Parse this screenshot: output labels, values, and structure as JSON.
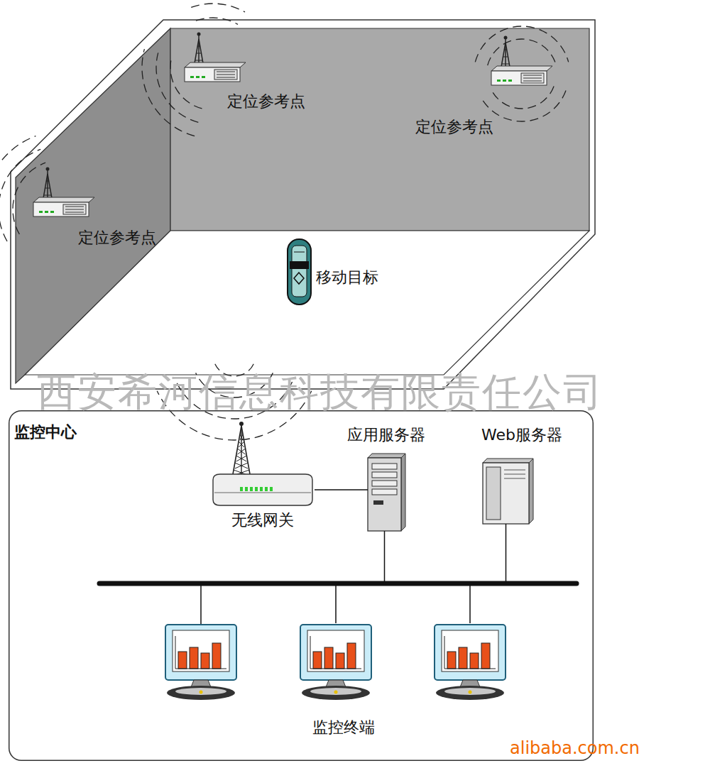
{
  "diagram": {
    "nodes": [
      {
        "text": [
          "定位参考点"
        ]
      },
      {
        "text": [
          "定位参考点"
        ]
      },
      {
        "text": [
          "定位参考点"
        ]
      },
      {
        "text": [
          "移动目标"
        ]
      },
      {
        "text": [
          "监控中心"
        ]
      },
      {
        "text": [
          "无线网关"
        ],
        "in": 4
      },
      {
        "text": [
          "应用服务器"
        ],
        "in": 4
      },
      {
        "text": [
          "Web服务器"
        ],
        "in": 4
      },
      {
        "text": [
          "监控终端"
        ],
        "in": 4
      }
    ],
    "edges": [
      {
        "from": 5,
        "to": 6,
        "arrow": "none"
      },
      {
        "from": 6,
        "to": 8,
        "arrow": "none"
      },
      {
        "from": 7,
        "to": 8,
        "arrow": "none"
      }
    ],
    "labels": [
      "西安希河信息科技有限责任公司",
      "alibaba.com.cn"
    ]
  }
}
